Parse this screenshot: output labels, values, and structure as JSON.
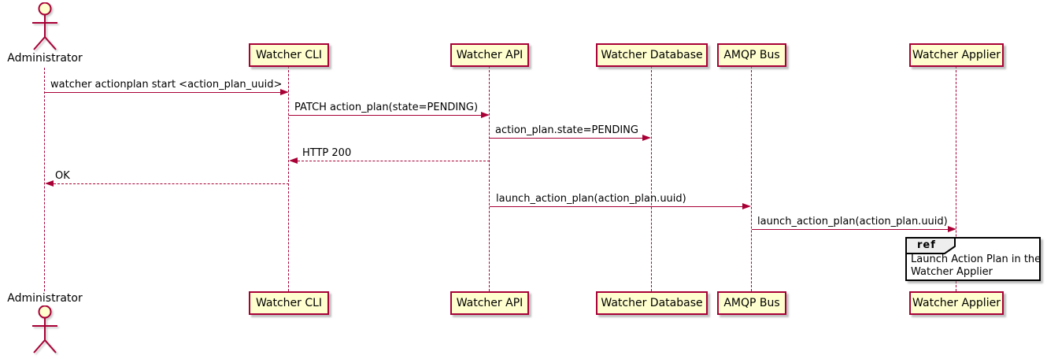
{
  "diagram_type": "uml-sequence",
  "colors": {
    "accent": "#A80036",
    "participant_fill": "#FEFECE",
    "text": "#000000",
    "ref_tab_fill": "#EEEEEE",
    "ref_border": "#000000",
    "background": "#FFFFFF"
  },
  "actor": {
    "label": "Administrator"
  },
  "participants": [
    {
      "label": "Watcher CLI"
    },
    {
      "label": "Watcher API"
    },
    {
      "label": "Watcher Database"
    },
    {
      "label": "AMQP Bus"
    },
    {
      "label": "Watcher Applier"
    }
  ],
  "messages": [
    {
      "label": "watcher actionplan start <action_plan_uuid>",
      "from": "Administrator",
      "to": "Watcher CLI",
      "style": "solid"
    },
    {
      "label": "PATCH action_plan(state=PENDING)",
      "from": "Watcher CLI",
      "to": "Watcher API",
      "style": "solid"
    },
    {
      "label": "action_plan.state=PENDING",
      "from": "Watcher API",
      "to": "Watcher Database",
      "style": "solid"
    },
    {
      "label": "HTTP 200",
      "from": "Watcher API",
      "to": "Watcher CLI",
      "style": "dashed"
    },
    {
      "label": "OK",
      "from": "Watcher CLI",
      "to": "Administrator",
      "style": "dashed"
    },
    {
      "label": "launch_action_plan(action_plan.uuid)",
      "from": "Watcher API",
      "to": "AMQP Bus",
      "style": "solid"
    },
    {
      "label": "launch_action_plan(action_plan.uuid)",
      "from": "AMQP Bus",
      "to": "Watcher Applier",
      "style": "solid"
    }
  ],
  "ref": {
    "keyword": "ref",
    "lines": [
      "Launch Action Plan in the",
      "Watcher Applier"
    ]
  }
}
